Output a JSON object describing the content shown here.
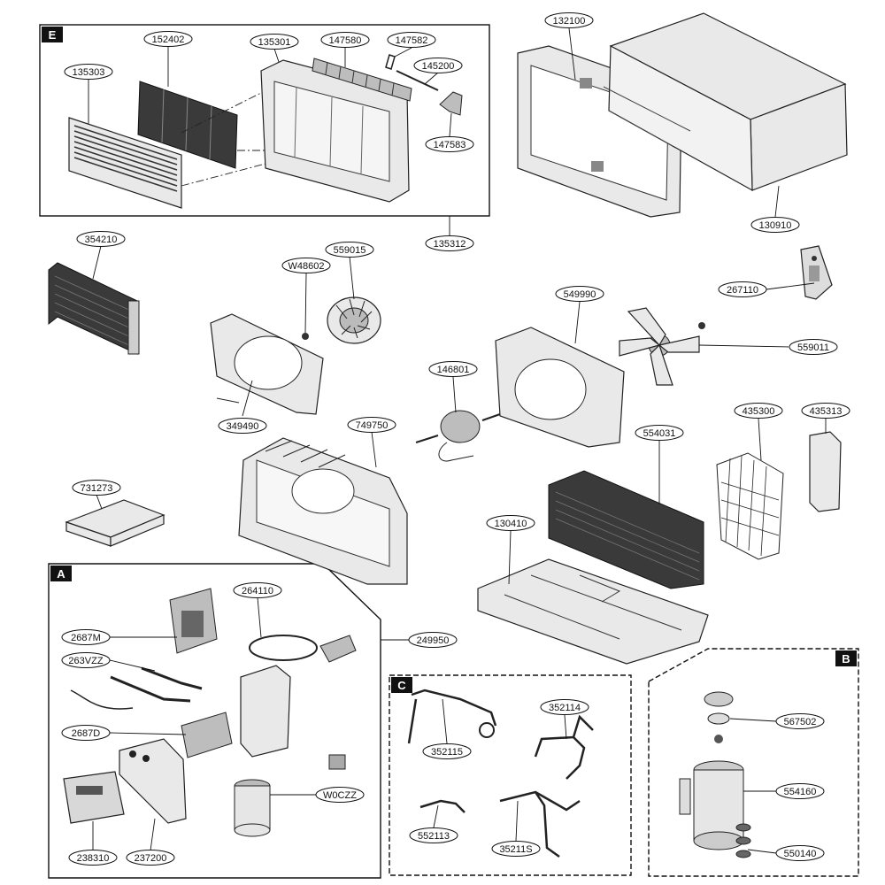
{
  "sections": [
    {
      "id": "E",
      "label": "E"
    },
    {
      "id": "A",
      "label": "A"
    },
    {
      "id": "C",
      "label": "C"
    },
    {
      "id": "B",
      "label": "B"
    }
  ],
  "callouts": [
    {
      "id": "c132100",
      "label": "132100"
    },
    {
      "id": "c152402",
      "label": "152402"
    },
    {
      "id": "c135301",
      "label": "135301"
    },
    {
      "id": "c147580",
      "label": "147580"
    },
    {
      "id": "c147582",
      "label": "147582"
    },
    {
      "id": "c135303",
      "label": "135303"
    },
    {
      "id": "c145200",
      "label": "145200"
    },
    {
      "id": "c147583",
      "label": "147583"
    },
    {
      "id": "c135312",
      "label": "135312"
    },
    {
      "id": "c130910",
      "label": "130910"
    },
    {
      "id": "c354210",
      "label": "354210"
    },
    {
      "id": "c559015",
      "label": "559015"
    },
    {
      "id": "cW48602",
      "label": "W48602"
    },
    {
      "id": "c267110",
      "label": "267110"
    },
    {
      "id": "c549990",
      "label": "549990"
    },
    {
      "id": "c559011",
      "label": "559011"
    },
    {
      "id": "c146801",
      "label": "146801"
    },
    {
      "id": "c349490",
      "label": "349490"
    },
    {
      "id": "c749750",
      "label": "749750"
    },
    {
      "id": "c554031",
      "label": "554031"
    },
    {
      "id": "c435300",
      "label": "435300"
    },
    {
      "id": "c435313",
      "label": "435313"
    },
    {
      "id": "c731273",
      "label": "731273"
    },
    {
      "id": "c130410",
      "label": "130410"
    },
    {
      "id": "c264110",
      "label": "264110"
    },
    {
      "id": "c2687M",
      "label": "2687M"
    },
    {
      "id": "c249950",
      "label": "249950"
    },
    {
      "id": "c263VZZ",
      "label": "263VZZ"
    },
    {
      "id": "c352114",
      "label": "352114"
    },
    {
      "id": "c567502",
      "label": "567502"
    },
    {
      "id": "c2687D",
      "label": "2687D"
    },
    {
      "id": "c352115",
      "label": "352115"
    },
    {
      "id": "cW0CZZ",
      "label": "W0CZZ"
    },
    {
      "id": "c554160",
      "label": "554160"
    },
    {
      "id": "c552113",
      "label": "552113"
    },
    {
      "id": "c35211S",
      "label": "35211S"
    },
    {
      "id": "c550140",
      "label": "550140"
    },
    {
      "id": "c238310",
      "label": "238310"
    },
    {
      "id": "c237200",
      "label": "237200"
    }
  ]
}
